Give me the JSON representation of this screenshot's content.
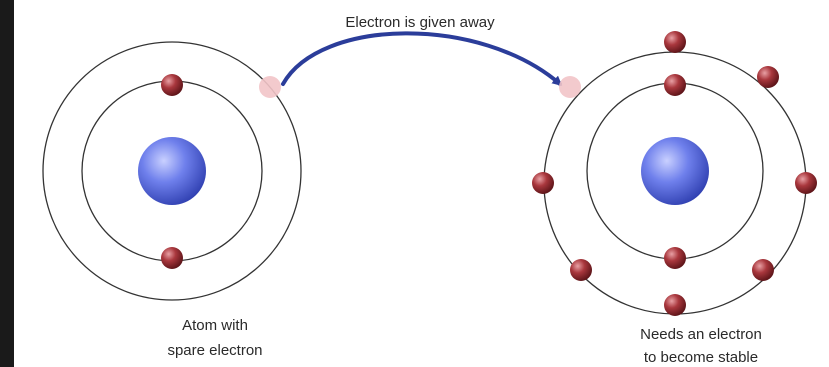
{
  "arrow_label": "Electron is given away",
  "left_atom": {
    "caption_line1": "Atom with",
    "caption_line2": "spare electron"
  },
  "right_atom": {
    "caption_line1": "Needs an electron",
    "caption_line2": "to become stable"
  },
  "colors": {
    "background": "#1a1a1a",
    "panel": "#ffffff",
    "orbit": "#333333",
    "nucleus": "#5a6ee0",
    "electron": "#9a2e33",
    "electron_ghost": "#f2c4c8",
    "arrow": "#2b3d9a"
  }
}
